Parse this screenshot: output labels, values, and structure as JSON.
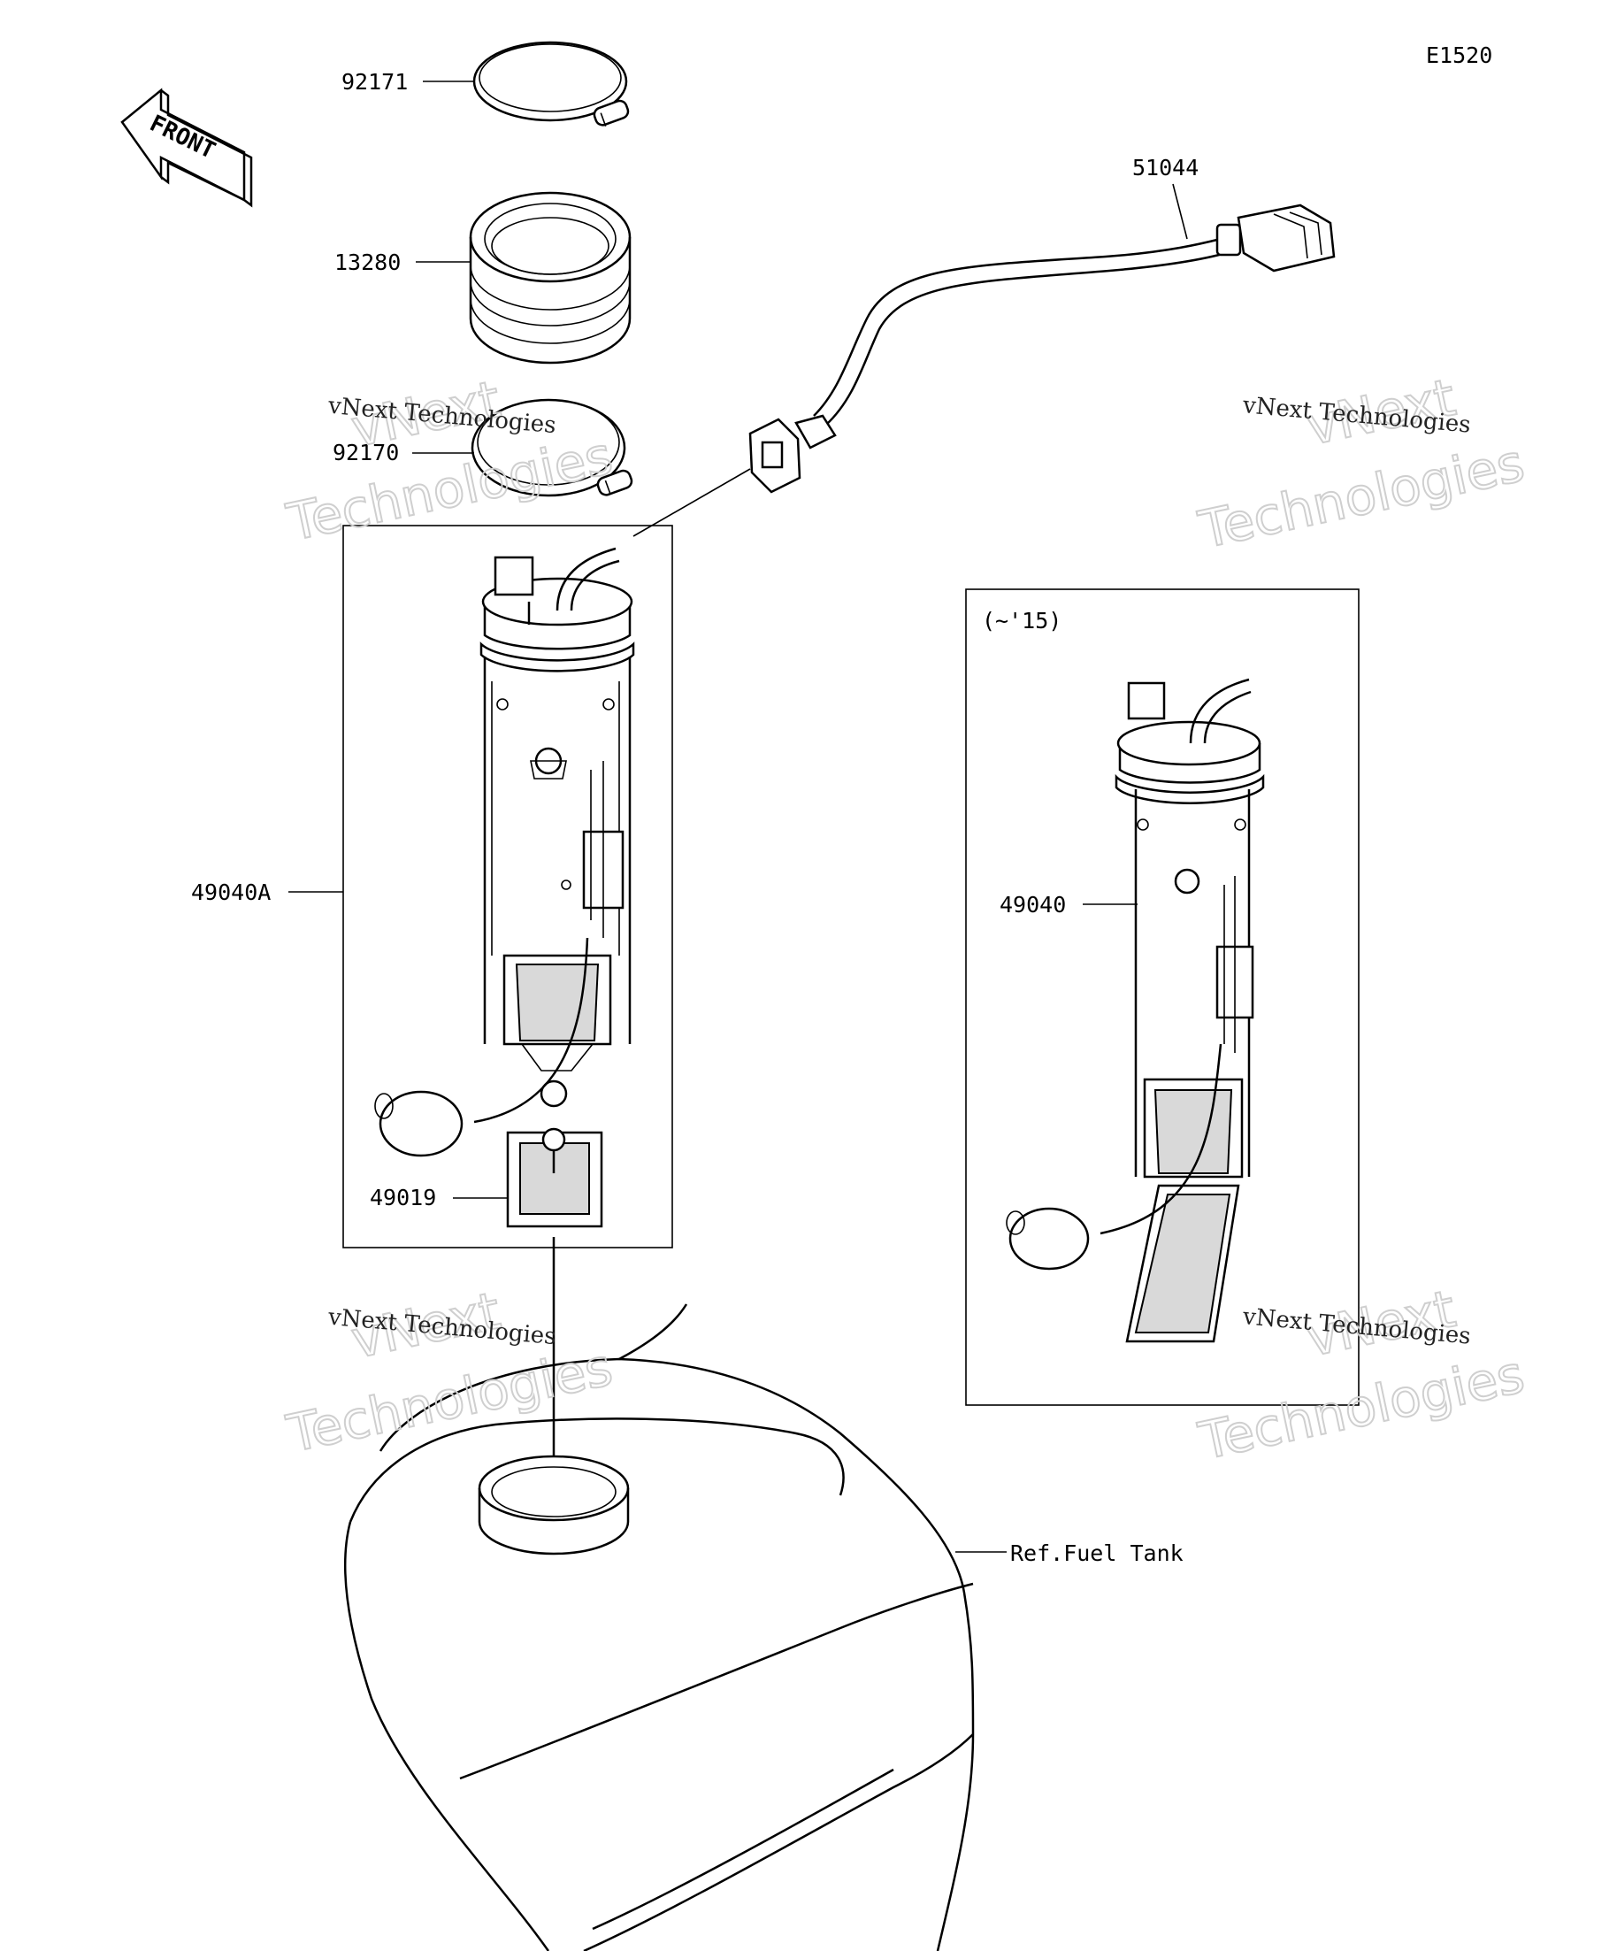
{
  "diagram_code": "E1520",
  "front_arrow_label": "FRONT",
  "parts": {
    "clamp_top": "92171",
    "grommet": "13280",
    "clamp_bottom": "92170",
    "hose": "51044",
    "pump_assy_a": "49040A",
    "filter": "49019",
    "pump_assy": "49040",
    "fuel_tank_ref": "Ref.Fuel Tank"
  },
  "variant_box_label": "(~'15)",
  "watermark": {
    "line1": "vNext Technologies",
    "big_top": "vNext",
    "big_bottom": "Technologies"
  }
}
